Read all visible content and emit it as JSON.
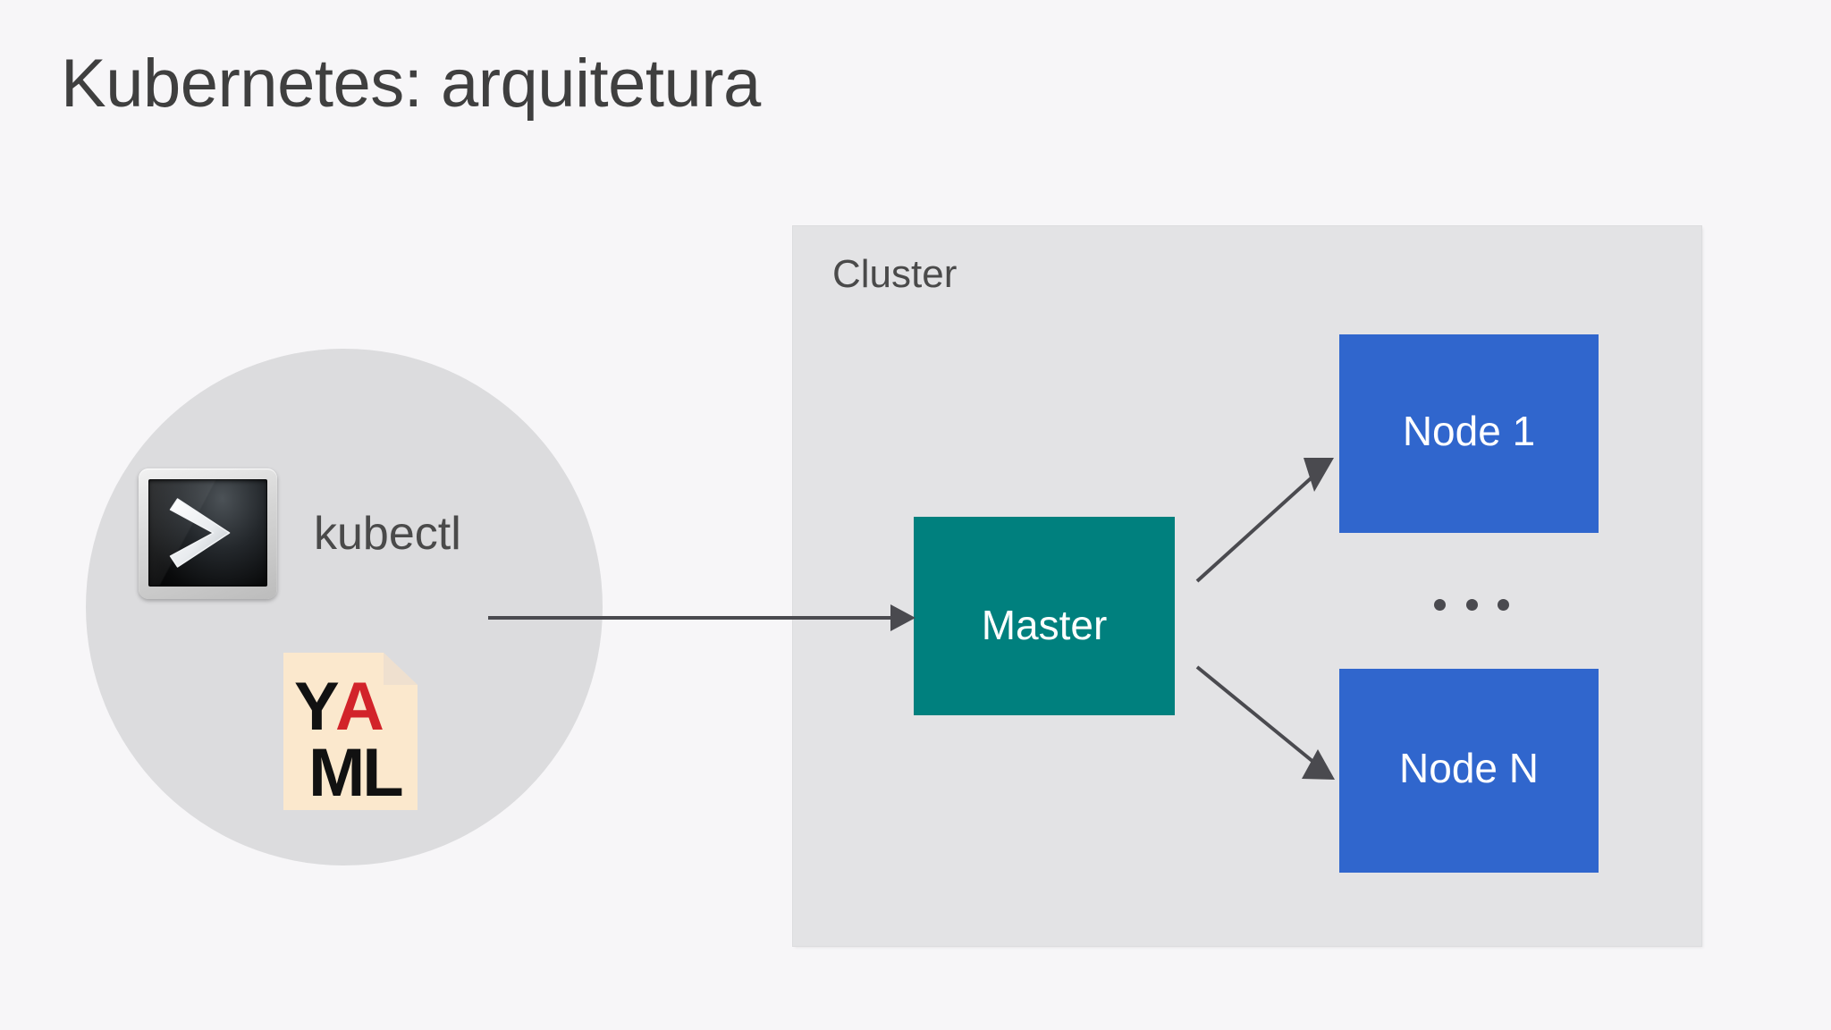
{
  "slide": {
    "title": "Kubernetes: arquitetura",
    "background_color": "#f7f6f8",
    "title_color": "#3f3f3f"
  },
  "client_group": {
    "shape": "circle",
    "fill_color": "#dcdcde",
    "kubectl_label": "kubectl",
    "terminal_icon_name": "terminal-icon",
    "terminal_prompt_glyph": ">",
    "yaml_icon_name": "yaml-file-icon",
    "yaml_lines": [
      {
        "text": "YA",
        "letters": [
          {
            "char": "Y",
            "color": "#111111"
          },
          {
            "char": "A",
            "color": "#d2232a"
          }
        ]
      },
      {
        "text": "ML",
        "letters": [
          {
            "char": "M",
            "color": "#111111"
          },
          {
            "char": "L",
            "color": "#111111"
          }
        ]
      }
    ],
    "yaml_paper_color": "#fbe8cd"
  },
  "cluster": {
    "label": "Cluster",
    "fill_color": "#e3e3e5",
    "boxes": [
      {
        "id": "master",
        "label": "Master",
        "color": "#00807e",
        "text_color": "#ffffff"
      },
      {
        "id": "node1",
        "label": "Node 1",
        "color": "#3066cd",
        "text_color": "#ffffff"
      },
      {
        "id": "noden",
        "label": "Node N",
        "color": "#3066cd",
        "text_color": "#ffffff"
      }
    ],
    "ellipsis": "...",
    "ellipsis_dot_color": "#4a4a4f"
  },
  "arrows": [
    {
      "id": "kubectl-to-master",
      "from": "kubectl",
      "to": "master",
      "direction": "right",
      "color": "#4a4a4f"
    },
    {
      "id": "master-to-node1",
      "from": "master",
      "to": "node1",
      "direction": "up-right",
      "color": "#4a4a4f"
    },
    {
      "id": "master-to-noden",
      "from": "master",
      "to": "noden",
      "direction": "down-right",
      "color": "#4a4a4f"
    }
  ]
}
